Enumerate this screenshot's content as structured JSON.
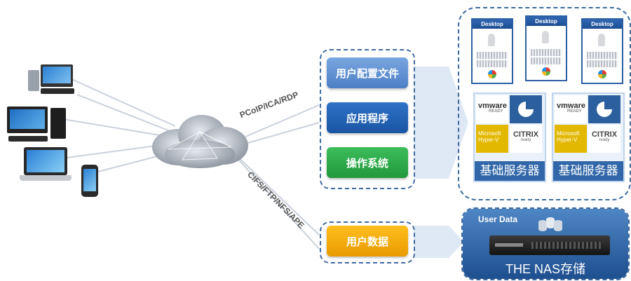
{
  "protocols": {
    "display": "PCoIP/ICA/RDP",
    "storage": "CIFS/FTP/NFS/APE"
  },
  "layers": {
    "profile": "用户配置文件",
    "apps": "应用程序",
    "os": "操作系统",
    "user_data": "用户数据"
  },
  "desktops": [
    "Desktop",
    "Desktop",
    "Desktop"
  ],
  "servers": [
    {
      "label": "基础服务器",
      "vmware": "vmware",
      "vmware_sub": "READY",
      "ms": "Microsoft\nHyper-V",
      "citrix": "CITRIX",
      "citrix_sub": "ready"
    },
    {
      "label": "基础服务器",
      "vmware": "vmware",
      "vmware_sub": "READY",
      "ms": "Microsoft\nHyper-V",
      "citrix": "CITRIX",
      "citrix_sub": "ready"
    }
  ],
  "storage": {
    "user_data_label": "User Data",
    "nas_label": "THE NAS存储"
  },
  "colors": {
    "profile": "#5f8fd0",
    "apps": "#2060b3",
    "os": "#2da44a",
    "user_data": "#f0a800",
    "panel_blue": "#2c5fa3"
  },
  "icons": {
    "endpoints": [
      "desktop-computer-icon",
      "laptop-icon",
      "smartphone-icon"
    ],
    "cloud": "network-cloud-icon"
  }
}
